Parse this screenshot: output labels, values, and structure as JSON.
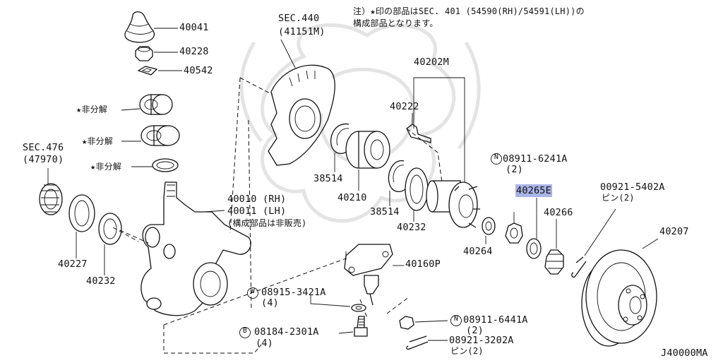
{
  "note": {
    "line1": "注）★印の部品はSEC. 401 (54590(RH)/54591(LH))の",
    "line2": "構成部品となります。"
  },
  "diagram_code": "J40000MA",
  "highlight_color": "#aab3e6",
  "labels": {
    "p40041": "40041",
    "p40228": "40228",
    "p40542": "40542",
    "nonsep1": "★非分解",
    "nonsep2": "★非分解",
    "nonsep3": "★非分解",
    "sec476_a": "SEC.476",
    "sec476_b": "(47970)",
    "sec440_a": "SEC.440",
    "sec440_b": "(41151M)",
    "p40202m": "40202M",
    "p40222": "40222",
    "p38514a": "38514",
    "p40210": "40210",
    "p38514b": "38514",
    "p40232b": "40232",
    "p40010": "40010 (RH)",
    "p40011": "40011 (LH)",
    "p40011note": "(構成部品は非販売)",
    "p40227": "40227",
    "p40232a": "40232",
    "p08911_6241a": "08911-6241A",
    "p08911_6241a_qty": "(2)",
    "p40265e": "40265E",
    "p40266": "40266",
    "p00921": "00921-5402A",
    "p00921_qty": "ピン(2)",
    "p40207": "40207",
    "p40264": "40264",
    "p40160p": "40160P",
    "p08915": "08915-3421A",
    "p08915_qty": "(4)",
    "p08184": "08184-2301A",
    "p08184_qty": "(4)",
    "p08911_6441a": "08911-6441A",
    "p08911_6441a_qty": "(2)",
    "p08921": "08921-3202A",
    "p08921_qty": "ピン(2)",
    "circ_n1": "N",
    "circ_w": "W",
    "circ_b": "B",
    "circ_n2": "N"
  }
}
